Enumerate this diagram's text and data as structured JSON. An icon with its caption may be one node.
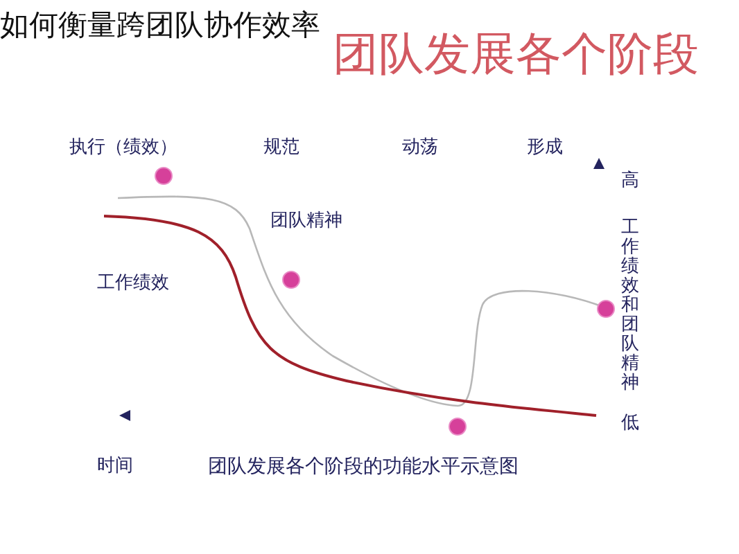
{
  "diagram": {
    "title": "如何衡量跨团队协作效率",
    "labels": [
      "团队发展各个阶段",
      "执行（绩效）",
      "规范",
      "动荡",
      "形成",
      "高",
      "团队精神",
      "工作绩效",
      "工作绩效和团队精神",
      "低",
      "时间",
      "团队发展各个阶段的功能水平示意图"
    ]
  }
}
